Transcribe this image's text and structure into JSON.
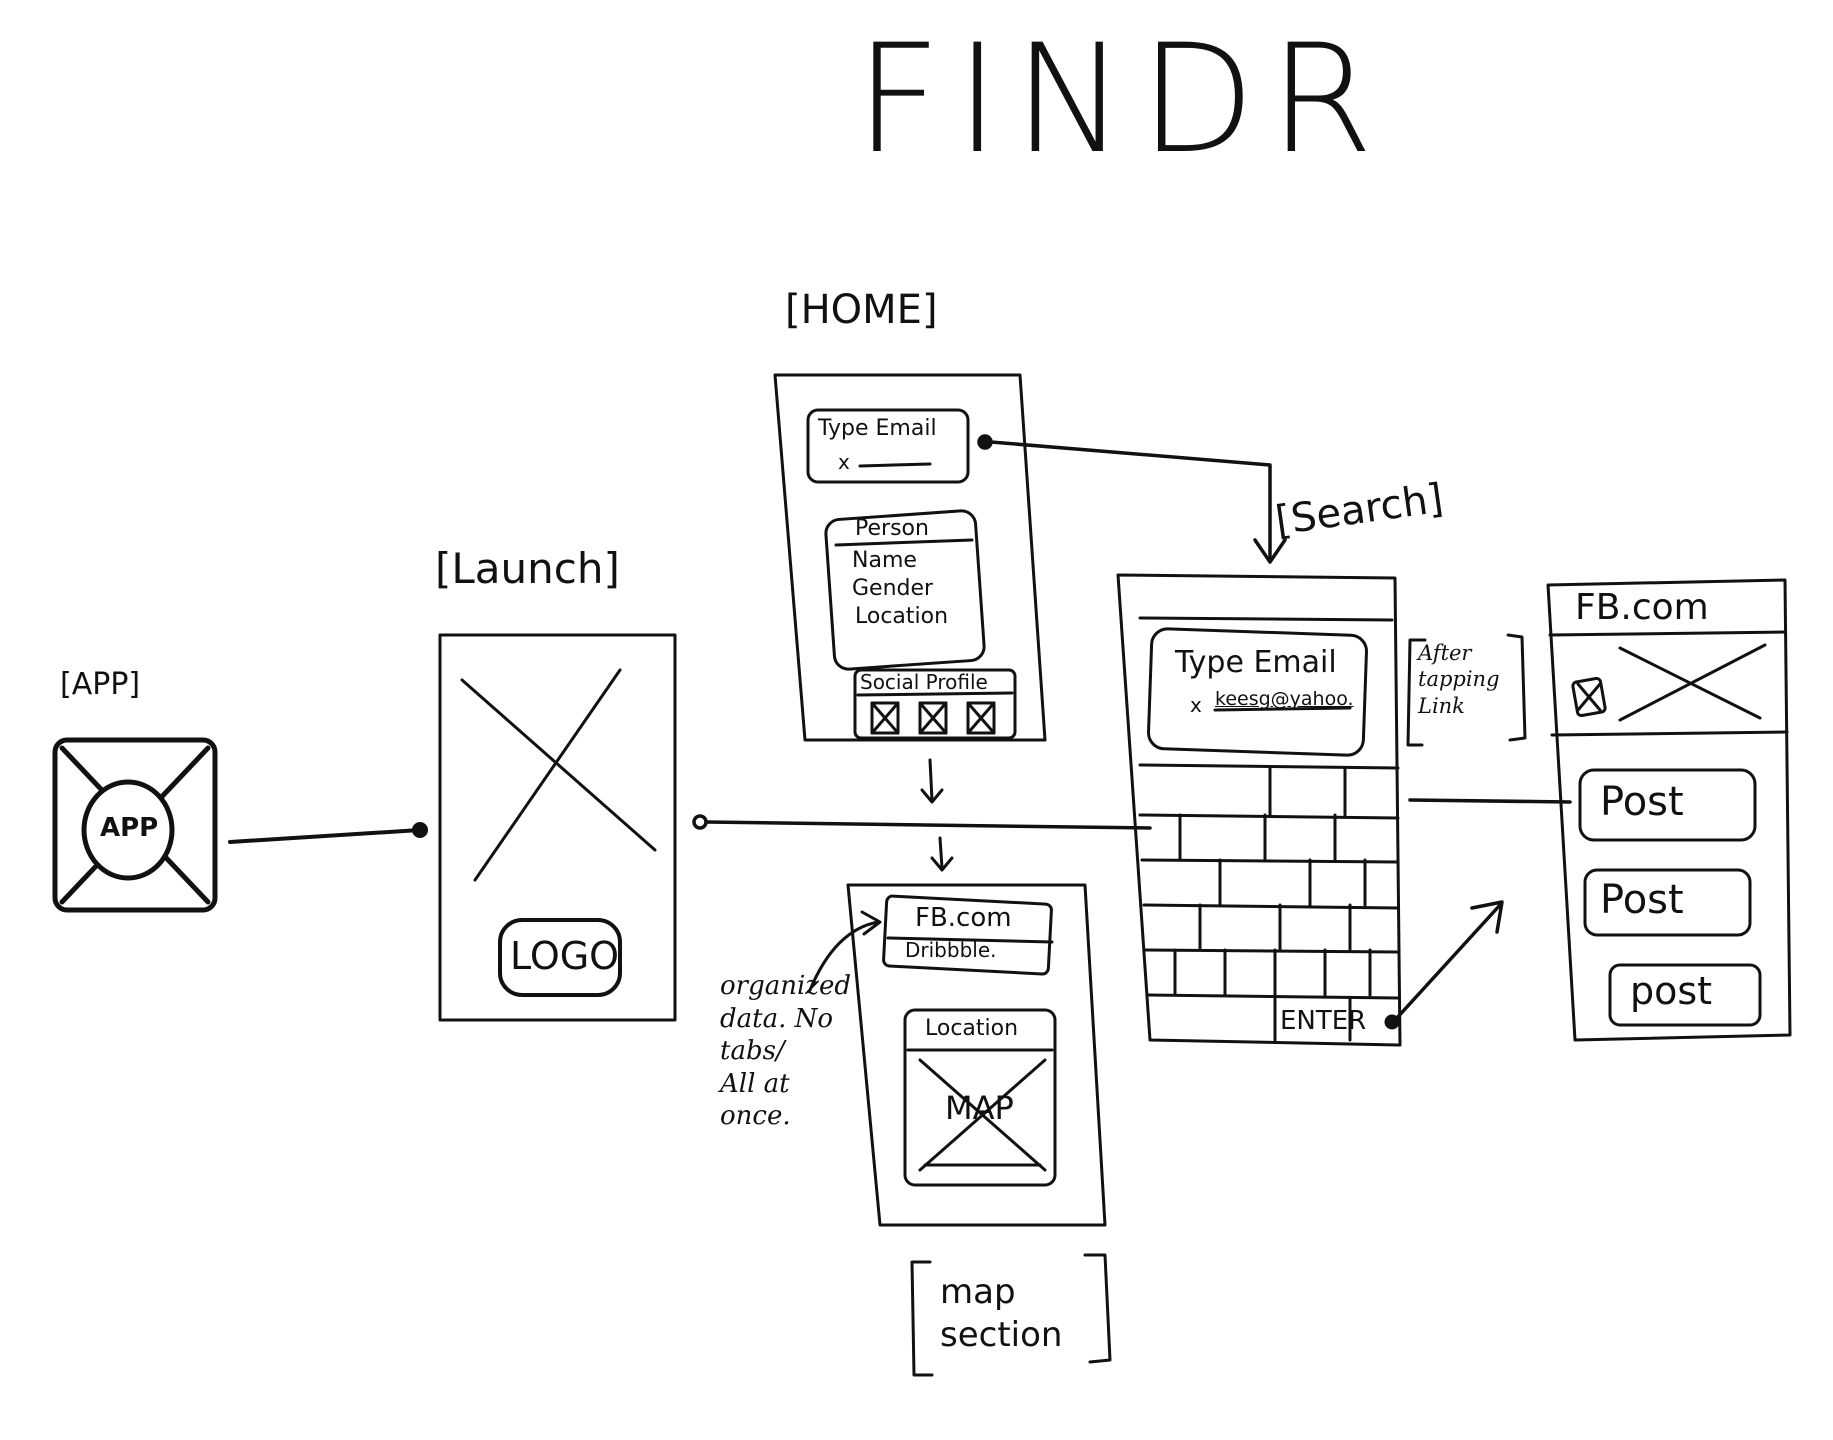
{
  "title": "FINDR",
  "screens": {
    "app": {
      "label": "[APP]",
      "icon_text": "APP"
    },
    "launch": {
      "label": "[Launch]",
      "logo_text": "LOGO",
      "image_placeholder_icon": "image-placeholder-icon"
    },
    "home": {
      "label": "[HOME]",
      "email_box_text": "Type Email",
      "email_clear": "x",
      "person_header": "Person",
      "person_fields": [
        "Name",
        "Gender",
        "Location"
      ],
      "social_header": "Social Profile"
    },
    "search": {
      "label": "[Search]",
      "email_box_text": "Type Email",
      "email_clear": "x",
      "email_value": "keesg@yahoo.",
      "enter_label": "ENTER"
    },
    "map_section": {
      "label_line1": "map",
      "label_line2": "section",
      "link_fb": "FB.com",
      "link_dribbble": "Dribbble.",
      "location_header": "Location",
      "map_text": "MAP"
    },
    "fb": {
      "header": "FB.com",
      "posts": [
        "Post",
        "Post",
        "post"
      ]
    }
  },
  "annotations": {
    "after_tapping": "After\ntapping\nLink",
    "organized": "organized\ndata. No\ntabs/\nAll at\nonce."
  }
}
